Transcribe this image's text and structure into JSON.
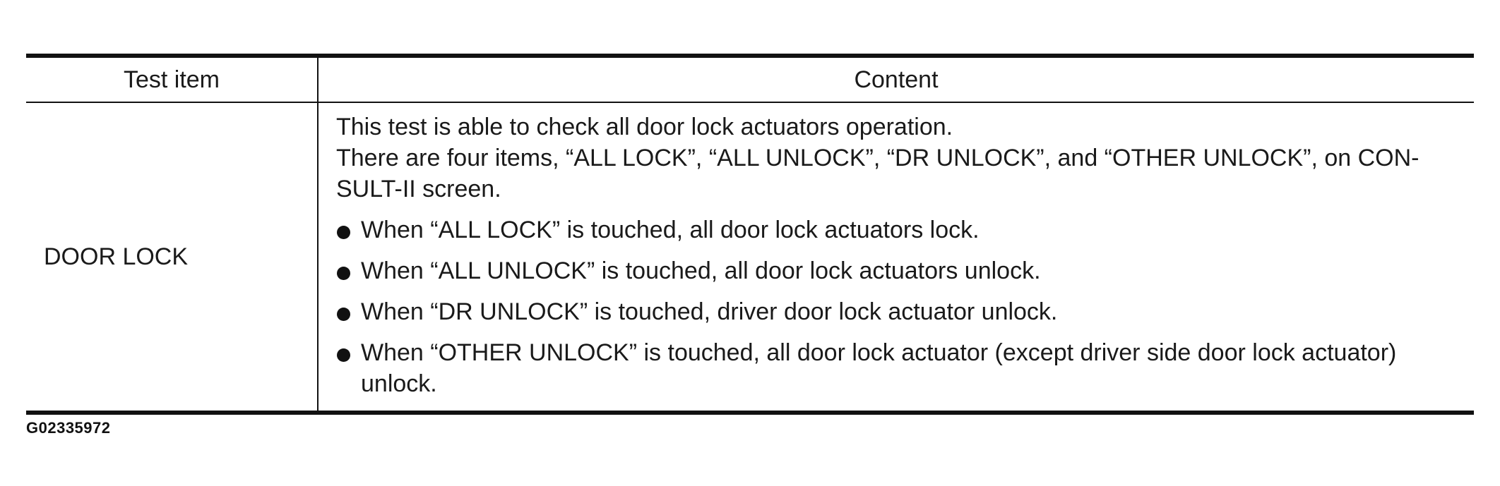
{
  "table": {
    "headers": {
      "test_item": "Test item",
      "content": "Content"
    },
    "row": {
      "test_item": "DOOR LOCK",
      "intro_lines": [
        "This test is able to check all door lock actuators operation.",
        "There are four items, “ALL LOCK”, “ALL UNLOCK”, “DR UNLOCK”, and “OTHER UNLOCK”, on CON-",
        "SULT-II screen."
      ],
      "bullets": [
        "When “ALL LOCK” is touched, all door lock actuators lock.",
        "When “ALL UNLOCK” is touched, all door lock actuators unlock.",
        "When “DR UNLOCK” is touched, driver door lock actuator unlock.",
        "When “OTHER UNLOCK” is touched, all door lock actuator (except driver side door lock actuator) unlock."
      ]
    }
  },
  "figure_code": "G02335972"
}
